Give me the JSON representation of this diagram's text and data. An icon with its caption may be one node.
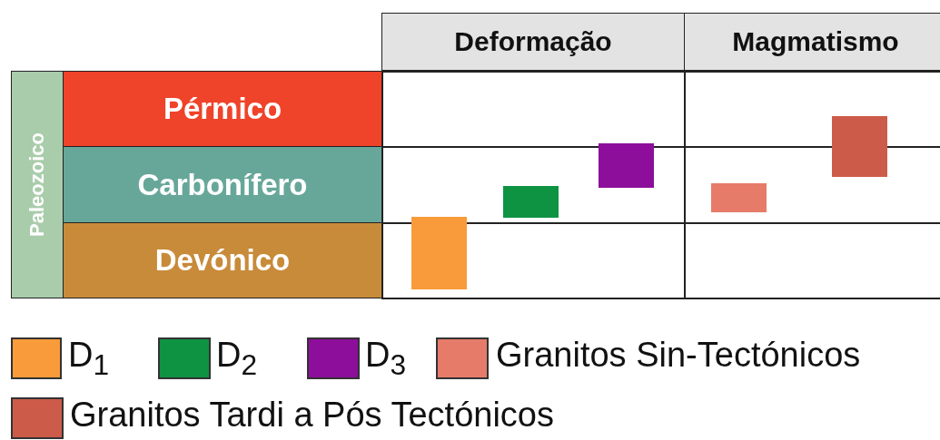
{
  "diagram": {
    "nodes": [
      {
        "text": [
          "Deformação"
        ]
      },
      {
        "text": [
          "Magmatismo"
        ]
      },
      {
        "text": [
          "Paleozoico"
        ]
      },
      {
        "text": [
          "Pérmico"
        ]
      },
      {
        "text": [
          "Carbonífero"
        ]
      },
      {
        "text": [
          "Devónico"
        ]
      }
    ],
    "legend": [
      {
        "text": "D$_{1}$",
        "color": "#f99b3a"
      },
      {
        "text": "D$_{2}$",
        "color": "#0e9343"
      },
      {
        "text": "D$_{3}$",
        "color": "#8c0e9a"
      },
      {
        "text": "Granitos Sin-Tectónicos",
        "color": "#e67b6a"
      },
      {
        "text": "Granitos Tardi a Pós Tectónicos",
        "color": "#cc5b4a"
      }
    ]
  }
}
